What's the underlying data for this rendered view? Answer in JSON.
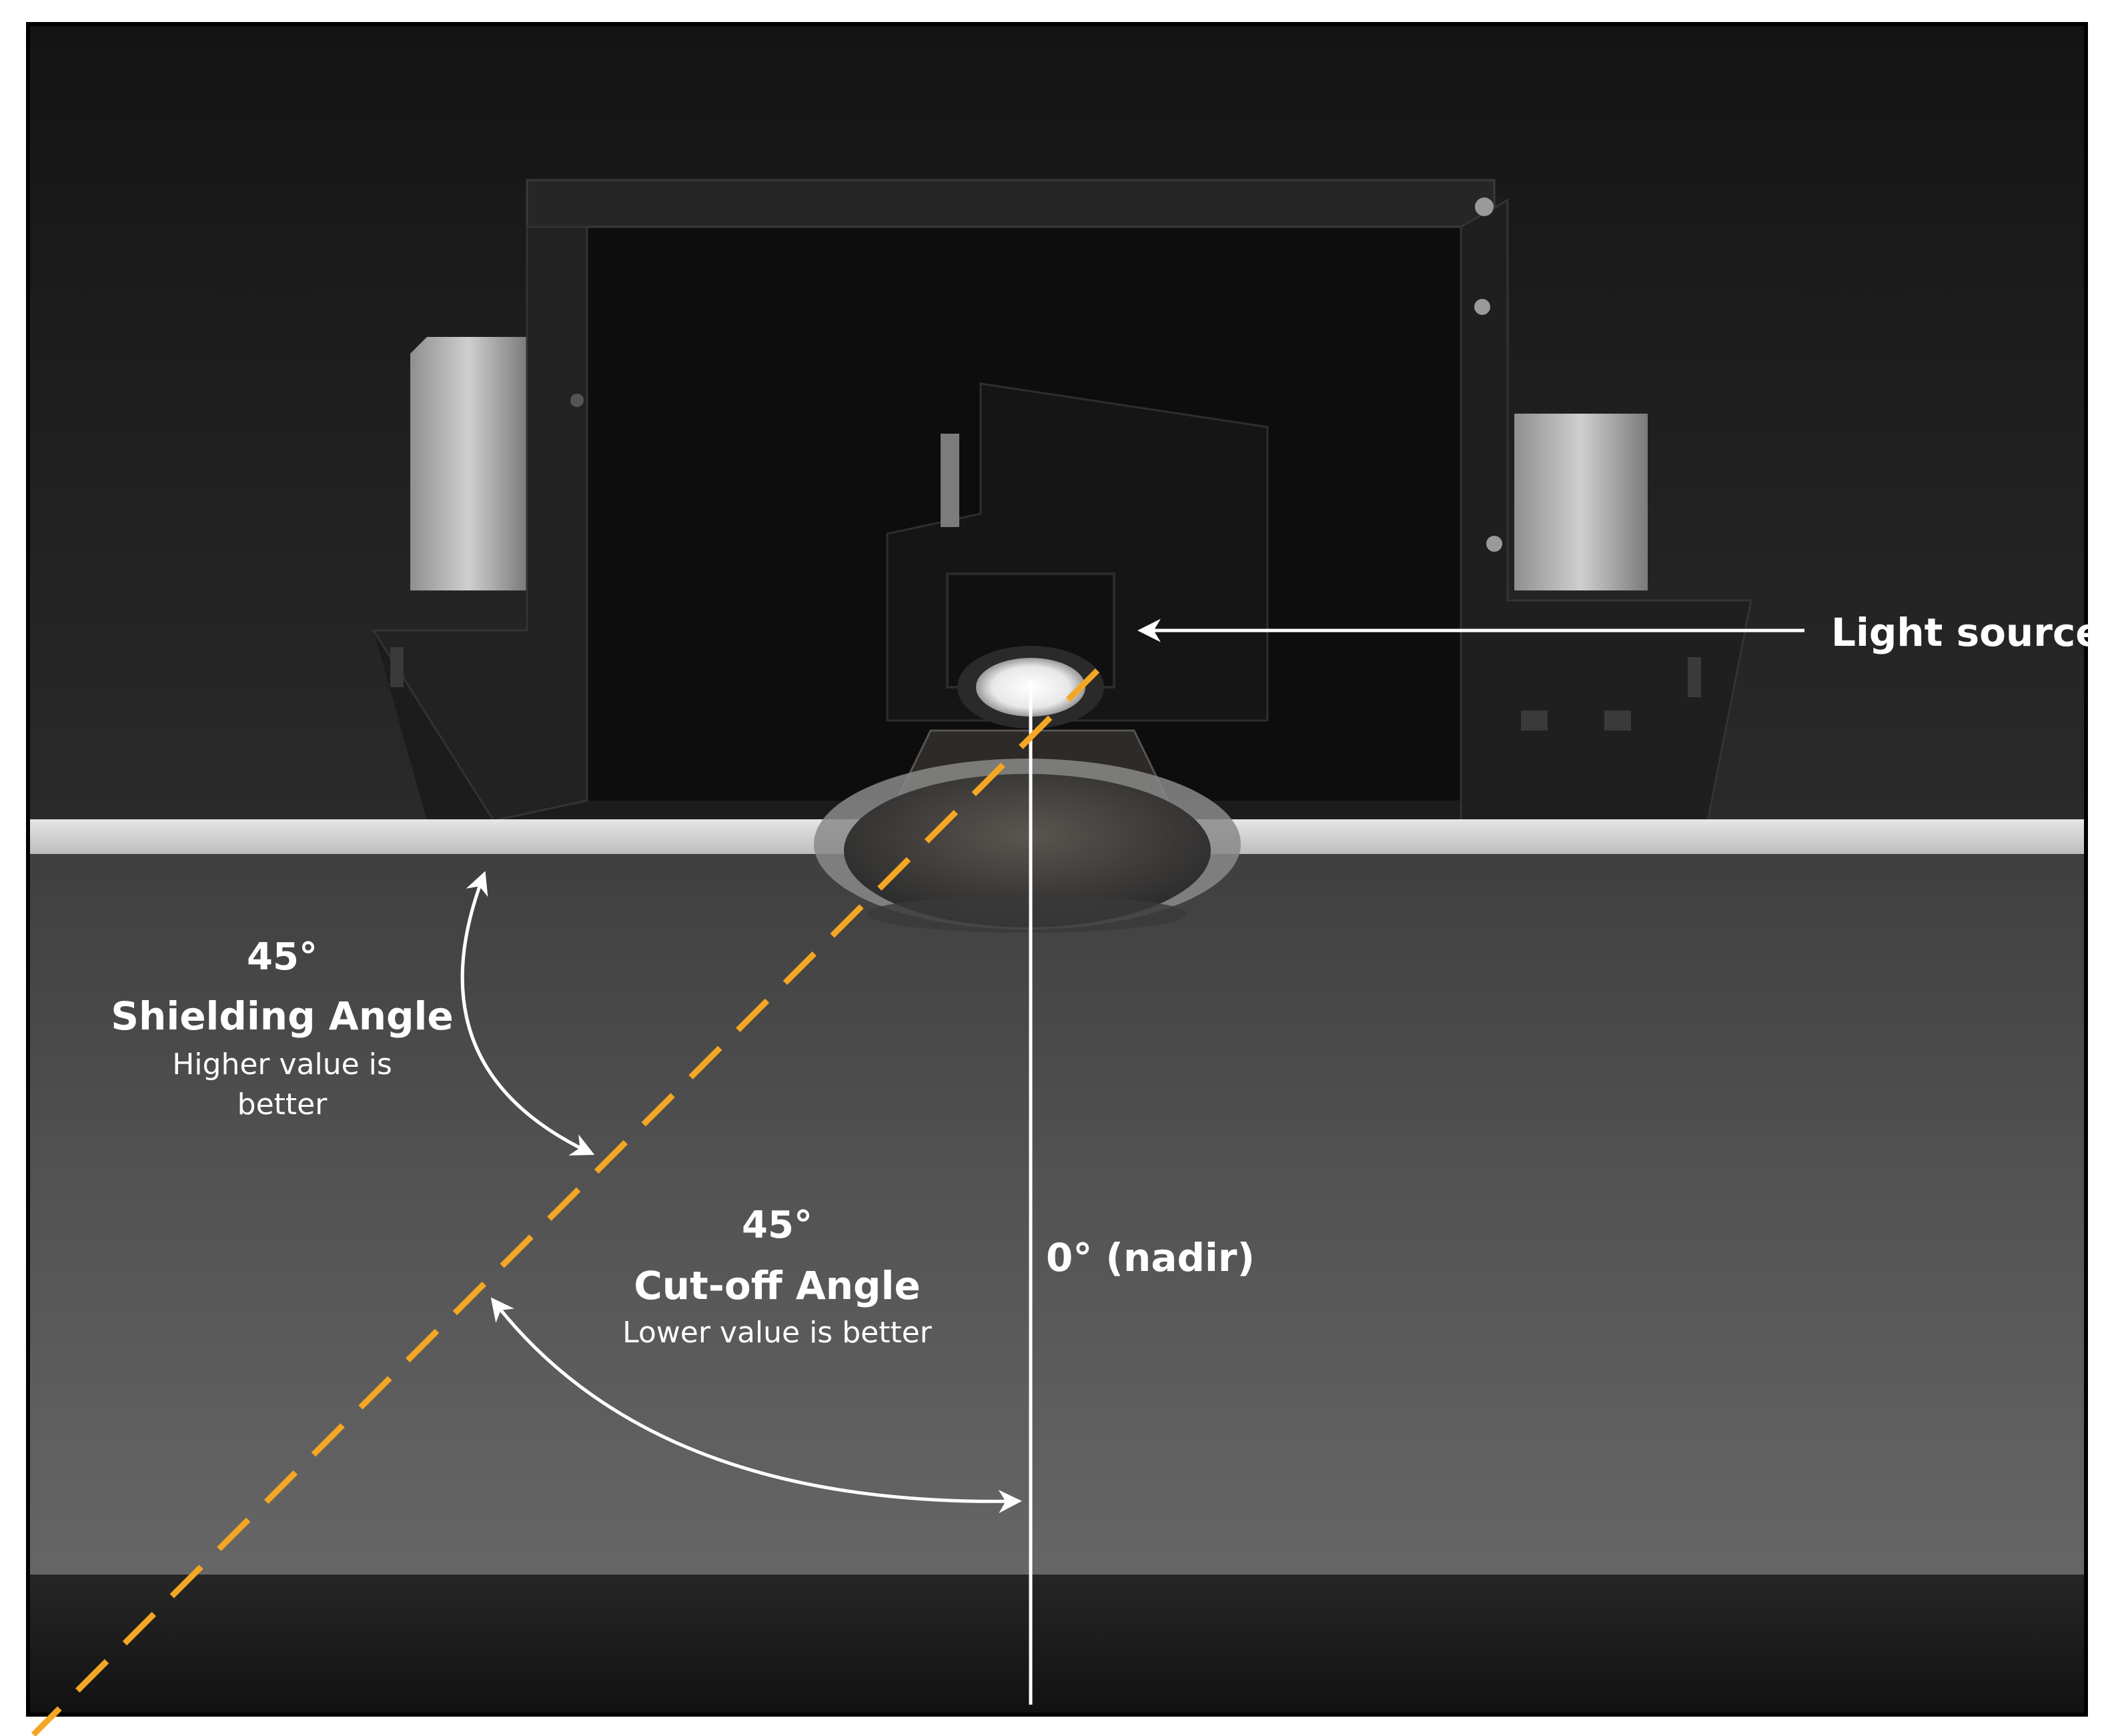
{
  "labels": {
    "light_source": "Light source",
    "nadir": "0° (nadir)",
    "shielding": {
      "value": "45°",
      "title": "Shielding Angle",
      "note_line1": "Higher value is",
      "note_line2": "better"
    },
    "cutoff": {
      "value": "45°",
      "title": "Cut-off Angle",
      "note": "Lower value is better"
    }
  },
  "angles": {
    "shielding_deg": 45,
    "cutoff_deg": 45
  },
  "colors": {
    "dash_line": "#f5a623",
    "ceiling_band": "#d9d9d9",
    "background_dark": "#151515",
    "room": "#4a4a4a"
  }
}
